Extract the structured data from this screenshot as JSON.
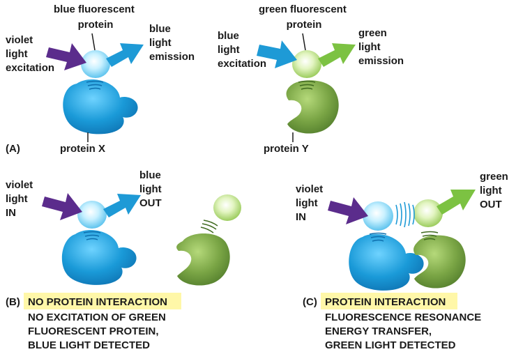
{
  "panel_a": {
    "label": "(A)",
    "left": {
      "violet_label": [
        "violet",
        "light",
        "excitation"
      ],
      "fp_label": [
        "blue fluorescent",
        "protein"
      ],
      "emission_label": [
        "blue",
        "light",
        "emission"
      ],
      "protein_label": "protein X"
    },
    "right": {
      "fp_label": [
        "green fluorescent",
        "protein"
      ],
      "excitation_label": [
        "blue",
        "light",
        "excitation"
      ],
      "emission_label": [
        "green",
        "light",
        "emission"
      ],
      "protein_label": "protein Y"
    }
  },
  "panel_b": {
    "label": "(B)",
    "violet_label": [
      "violet",
      "light",
      "IN"
    ],
    "out_label": [
      "blue",
      "light",
      "OUT"
    ],
    "title": "NO PROTEIN INTERACTION",
    "caption": [
      "NO EXCITATION OF GREEN",
      "FLUORESCENT PROTEIN,",
      "BLUE LIGHT DETECTED"
    ]
  },
  "panel_c": {
    "label": "(C)",
    "violet_label": [
      "violet",
      "light",
      "IN"
    ],
    "out_label": [
      "green",
      "light",
      "OUT"
    ],
    "title": "PROTEIN INTERACTION",
    "caption": [
      "FLUORESCENCE RESONANCE",
      "ENERGY TRANSFER,",
      "GREEN LIGHT DETECTED"
    ]
  },
  "colors": {
    "violet_arrow": "#5b2c8c",
    "blue_arrow": "#1e9ad6",
    "green_arrow": "#7cc242",
    "protein_blue": "#1a8fd1",
    "protein_green": "#6f9a3a",
    "highlight": "#fff7a8"
  }
}
